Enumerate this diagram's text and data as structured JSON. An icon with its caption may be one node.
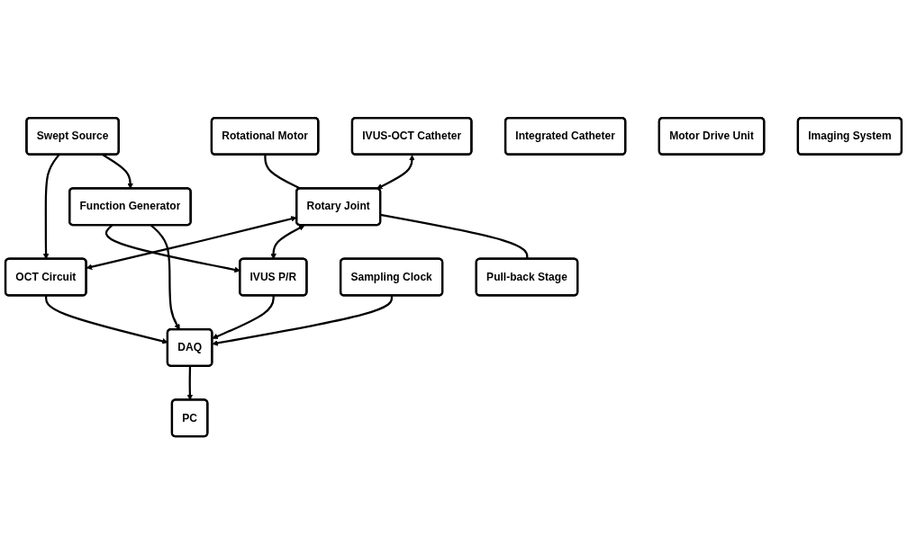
{
  "diagram": {
    "nodes": [
      {
        "text": [
          "Rotational Motor"
        ]
      },
      {
        "text": [
          "OCT Circuit"
        ]
      },
      {
        "text": [
          "Swept Source"
        ]
      },
      {
        "text": [
          "IVUS-OCT Catheter"
        ]
      },
      {
        "text": [
          "Rotary Joint"
        ]
      },
      {
        "text": [
          "IVUS P/R"
        ]
      },
      {
        "text": [
          "Function Generator"
        ]
      },
      {
        "text": [
          "Pull-back Stage"
        ]
      },
      {
        "text": [
          "DAQ"
        ]
      },
      {
        "text": [
          "Sampling Clock"
        ]
      },
      {
        "text": [
          "PC"
        ]
      },
      {
        "text": [
          "Integrated Catheter"
        ]
      },
      {
        "text": [
          "Motor Drive Unit"
        ]
      },
      {
        "text": [
          "Imaging System"
        ]
      }
    ],
    "edges": [
      {
        "from": 0,
        "to": 4,
        "arrow": "none"
      },
      {
        "from": 3,
        "to": 4,
        "arrow": "both"
      },
      {
        "from": 4,
        "to": 1,
        "arrow": "both"
      },
      {
        "from": 4,
        "to": 5,
        "arrow": "both"
      },
      {
        "from": 2,
        "to": 1,
        "arrow": "to"
      },
      {
        "from": 2,
        "to": 6,
        "arrow": "to"
      },
      {
        "from": 6,
        "to": 5,
        "arrow": "to"
      },
      {
        "from": 6,
        "to": 8,
        "arrow": "to"
      },
      {
        "from": 1,
        "to": 8,
        "arrow": "to"
      },
      {
        "from": 5,
        "to": 8,
        "arrow": "to"
      },
      {
        "from": 9,
        "to": 8,
        "arrow": "to"
      },
      {
        "from": 8,
        "to": 10,
        "arrow": "to"
      },
      {
        "from": 4,
        "to": 7,
        "arrow": "none"
      }
    ]
  }
}
